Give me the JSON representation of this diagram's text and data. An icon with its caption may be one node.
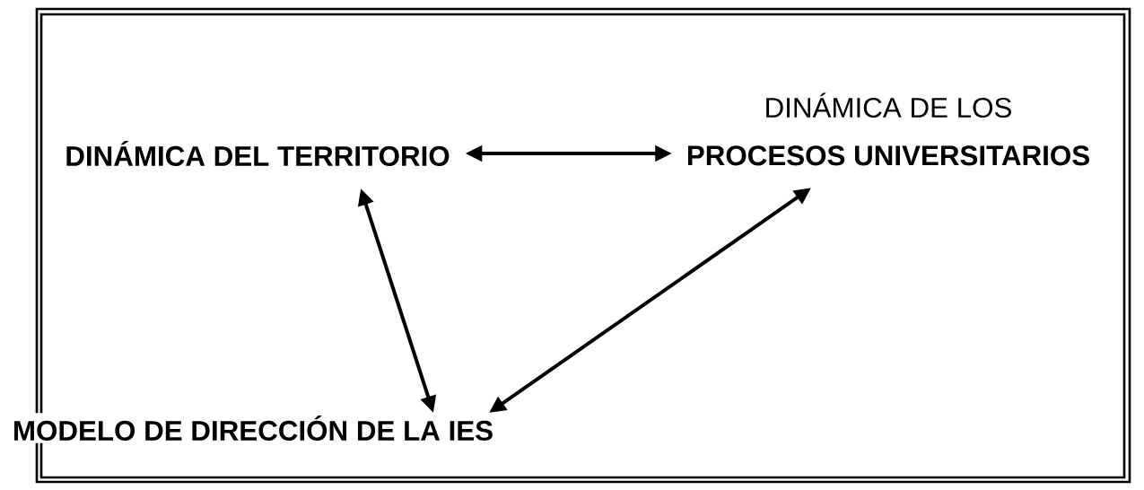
{
  "diagram": {
    "nodes": [
      {
        "text": [
          "DINÁMICA DEL TERRITORIO"
        ]
      },
      {
        "text": [
          "DINÁMICA DE LOS",
          "PROCESOS UNIVERSITARIOS"
        ]
      },
      {
        "text": [
          "MODELO DE DIRECCIÓN DE LA IES"
        ]
      }
    ],
    "edges": [
      {
        "from": 0,
        "to": 1,
        "arrow": "both"
      },
      {
        "from": 0,
        "to": 2,
        "arrow": "both"
      },
      {
        "from": 1,
        "to": 2,
        "arrow": "both"
      }
    ]
  }
}
